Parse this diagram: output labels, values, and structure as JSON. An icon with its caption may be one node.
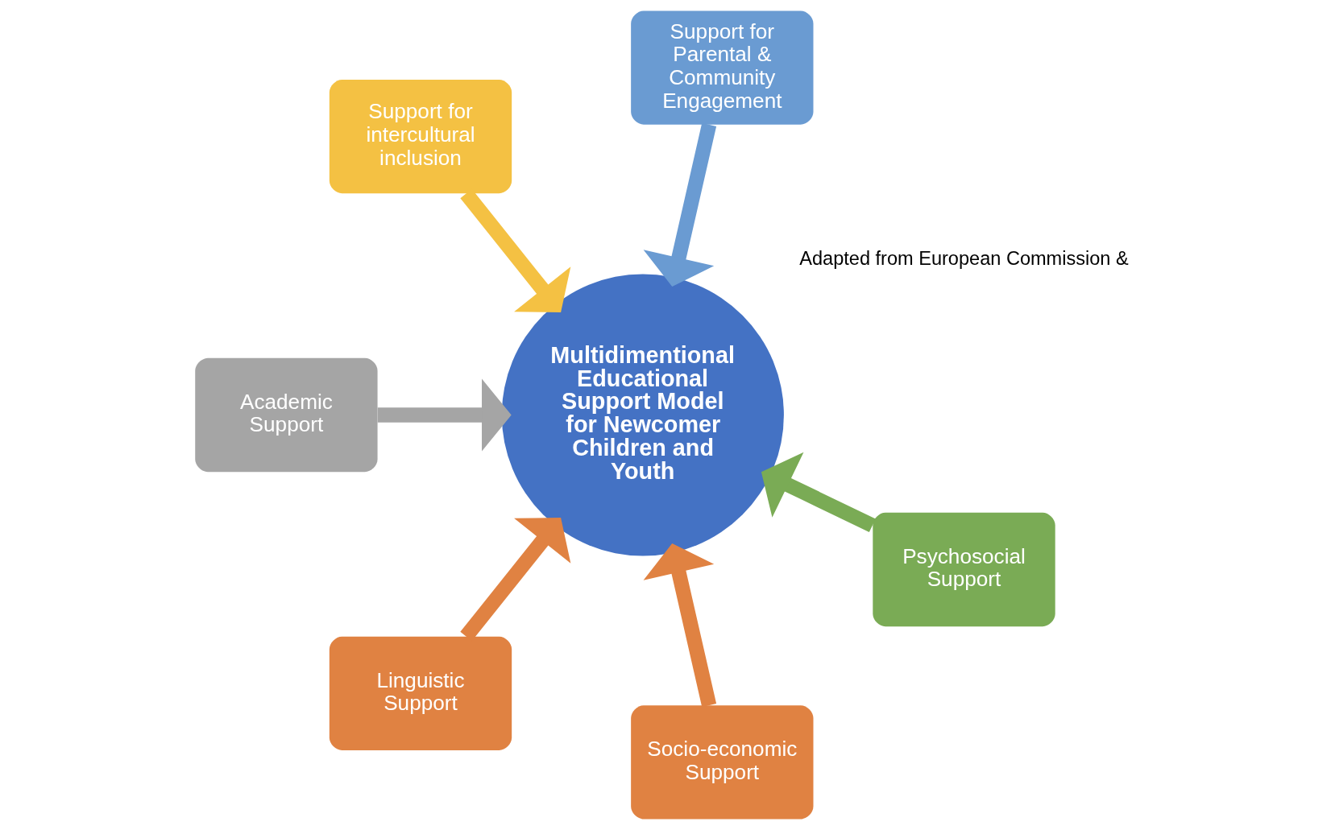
{
  "diagram": {
    "nodes": [
      {
        "text": [
          "Support for intercultural inclusion"
        ]
      },
      {
        "text": [
          "Support for Parental & Community Engagement"
        ]
      },
      {
        "text": [
          "Academic Support"
        ]
      },
      {
        "text": [
          "Psychosocial Support"
        ]
      },
      {
        "text": [
          "Linguistic Support"
        ]
      },
      {
        "text": [
          "Socio-economic Support"
        ]
      },
      {
        "text": [
          "Multidimentional Educational Support Model for Newcomer Children and Youth"
        ]
      }
    ],
    "edges": [
      {
        "from": 0,
        "to": 6,
        "arrow": "to",
        "color": "#f4c143"
      },
      {
        "from": 1,
        "to": 6,
        "arrow": "to",
        "color": "#6a9bd2"
      },
      {
        "from": 2,
        "to": 6,
        "arrow": "to",
        "color": "#a5a5a5"
      },
      {
        "from": 3,
        "to": 6,
        "arrow": "to",
        "color": "#7aab55"
      },
      {
        "from": 4,
        "to": 6,
        "arrow": "to",
        "color": "#e08242"
      },
      {
        "from": 5,
        "to": 6,
        "arrow": "to",
        "color": "#e08242"
      }
    ],
    "labels": [
      "Adapted from European Commission &"
    ]
  }
}
